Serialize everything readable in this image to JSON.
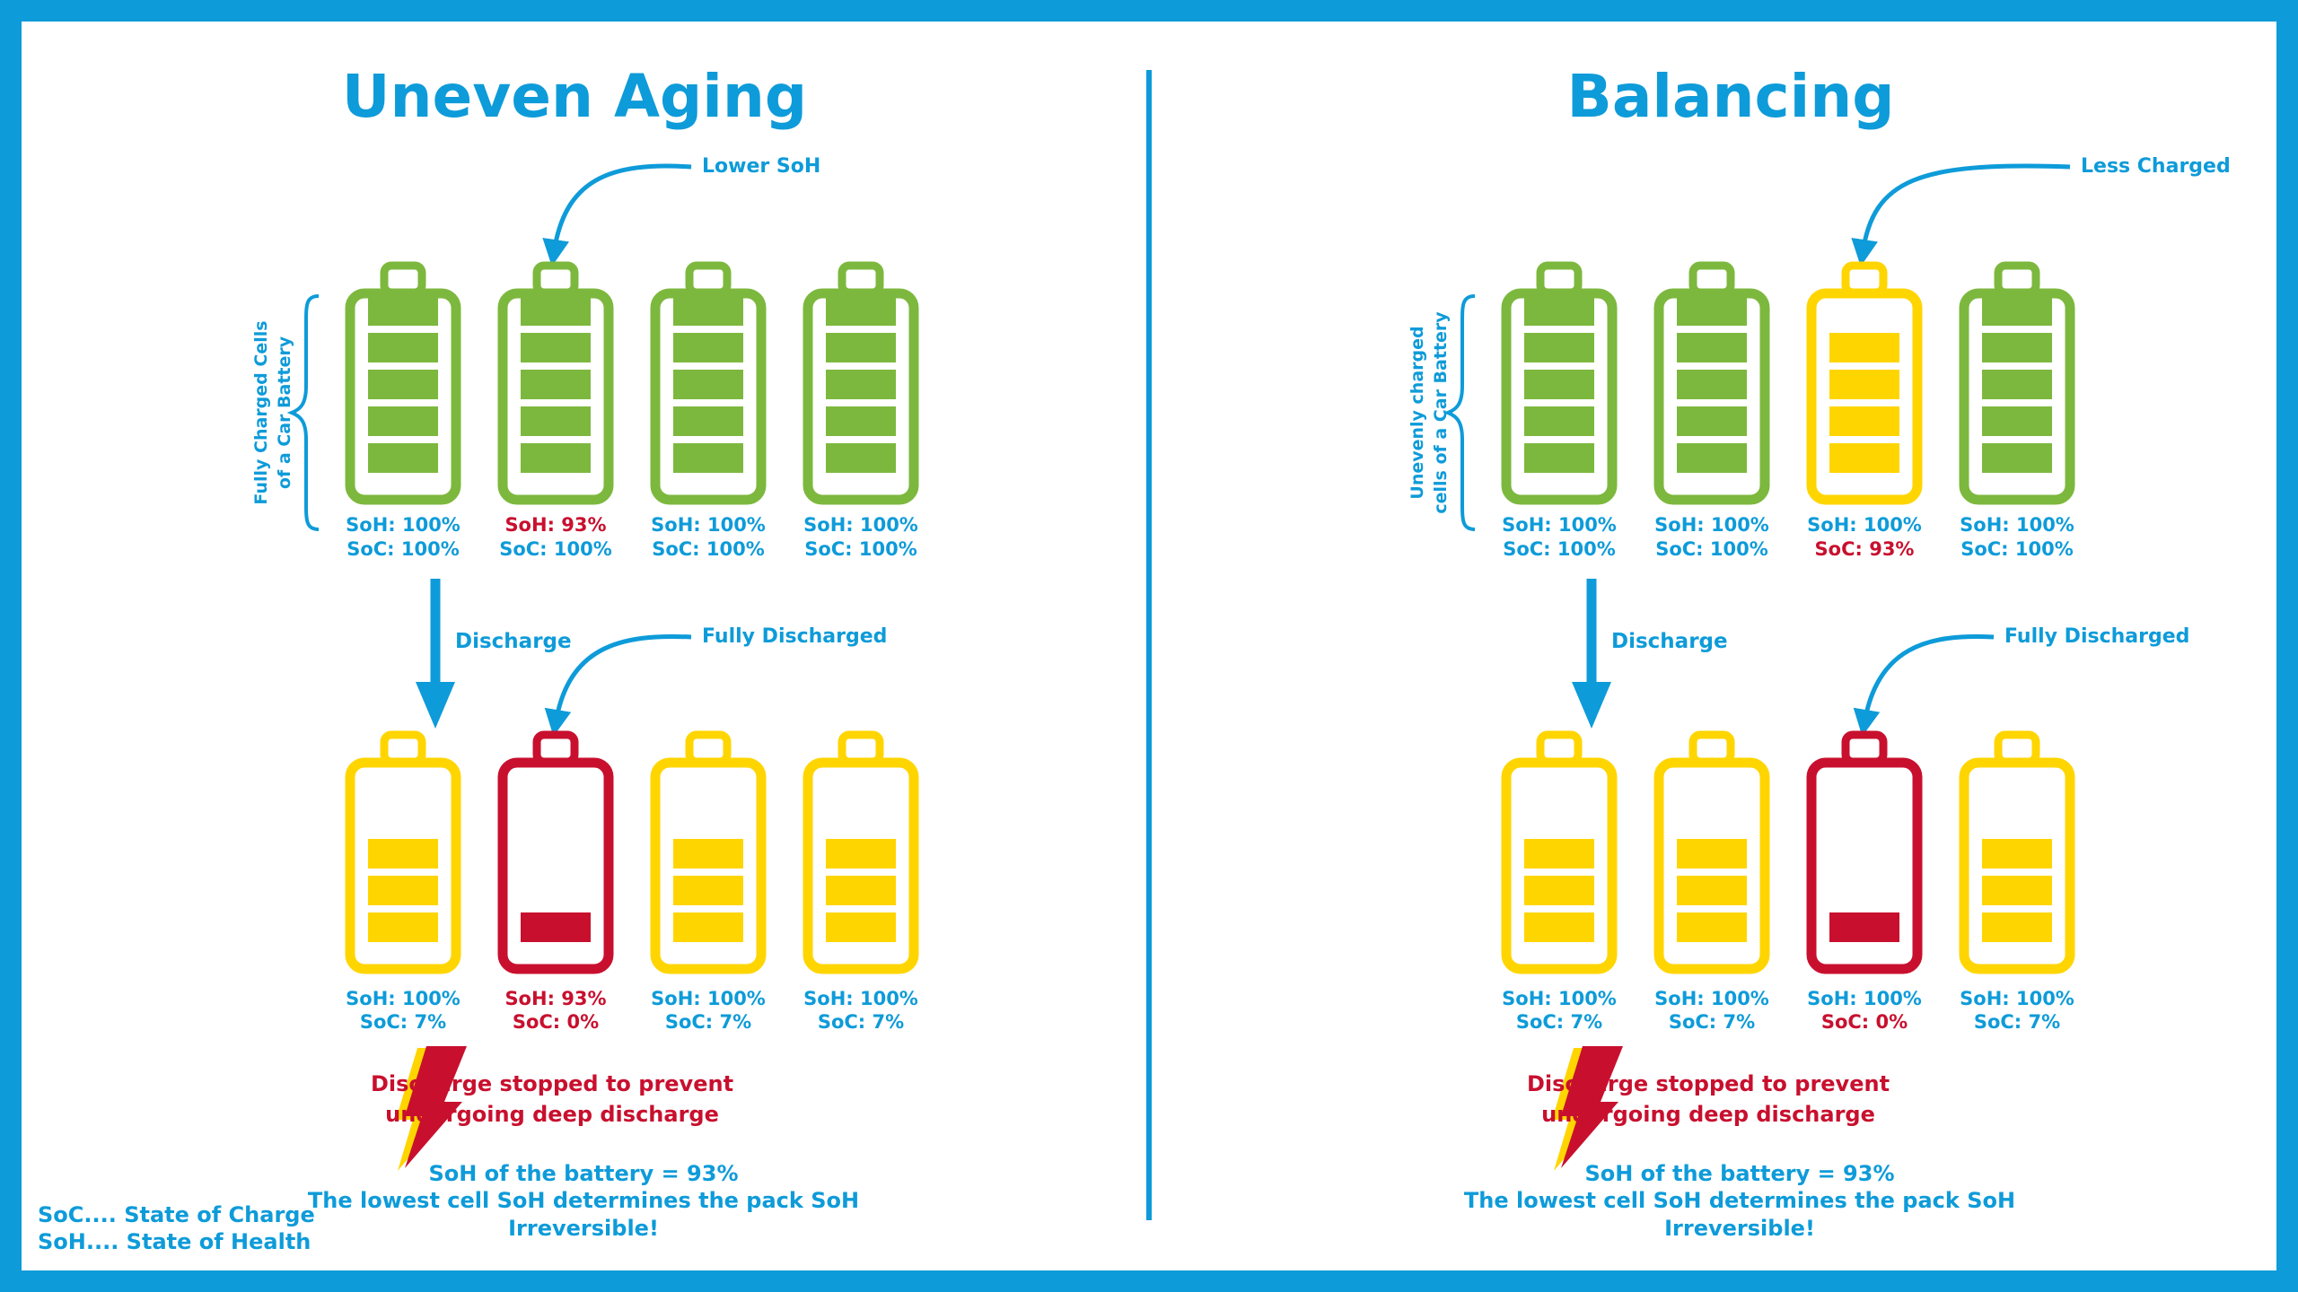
{
  "colors": {
    "frame": "#0E9BD9",
    "blue_text": "#0E9BD9",
    "green": "#7DB83E",
    "yellow": "#FFD500",
    "red": "#C8102E"
  },
  "left": {
    "title": "Uneven Aging",
    "annot_top": "Lower SoH",
    "brace_label_line1": "Fully Charged Cells",
    "brace_label_line2": "of a Car Battery",
    "discharge_label": "Discharge",
    "annot_bottom": "Fully Discharged",
    "top_cells": [
      {
        "color": "green",
        "bars": 5,
        "soh": "SoH: 100%",
        "soc": "SoC: 100%",
        "soh_red": false,
        "soc_red": false
      },
      {
        "color": "green",
        "bars": 5,
        "soh": "SoH: 93%",
        "soc": "SoC: 100%",
        "soh_red": true,
        "soc_red": false
      },
      {
        "color": "green",
        "bars": 5,
        "soh": "SoH: 100%",
        "soc": "SoC: 100%",
        "soh_red": false,
        "soc_red": false
      },
      {
        "color": "green",
        "bars": 5,
        "soh": "SoH: 100%",
        "soc": "SoC: 100%",
        "soh_red": false,
        "soc_red": false
      }
    ],
    "bottom_cells": [
      {
        "color": "yellow",
        "bars": 3,
        "soh": "SoH: 100%",
        "soc": "SoC: 7%",
        "soh_red": false,
        "soc_red": false
      },
      {
        "color": "red",
        "bars": 1,
        "soh": "SoH: 93%",
        "soc": "SoC: 0%",
        "soh_red": true,
        "soc_red": true
      },
      {
        "color": "yellow",
        "bars": 3,
        "soh": "SoH: 100%",
        "soc": "SoC: 7%",
        "soh_red": false,
        "soc_red": false
      },
      {
        "color": "yellow",
        "bars": 3,
        "soh": "SoH: 100%",
        "soc": "SoC: 7%",
        "soh_red": false,
        "soc_red": false
      }
    ],
    "warning_line1": "Discharge stopped to prevent",
    "warning_line2": "undergoing deep discharge",
    "summary_line1": "SoH of the battery = 93%",
    "summary_line2": "The lowest cell SoH determines the pack SoH",
    "summary_line3": "Irreversible!"
  },
  "right": {
    "title": "Balancing",
    "annot_top": "Less Charged",
    "brace_label_line1": "Unevenly charged",
    "brace_label_line2": "cells of a Car Battery",
    "discharge_label": "Discharge",
    "annot_bottom": "Fully Discharged",
    "top_cells": [
      {
        "color": "green",
        "bars": 5,
        "soh": "SoH: 100%",
        "soc": "SoC: 100%",
        "soh_red": false,
        "soc_red": false
      },
      {
        "color": "green",
        "bars": 5,
        "soh": "SoH: 100%",
        "soc": "SoC: 100%",
        "soh_red": false,
        "soc_red": false
      },
      {
        "color": "yellow",
        "bars": 4,
        "soh": "SoH: 100%",
        "soc": "SoC: 93%",
        "soh_red": false,
        "soc_red": true
      },
      {
        "color": "green",
        "bars": 5,
        "soh": "SoH: 100%",
        "soc": "SoC: 100%",
        "soh_red": false,
        "soc_red": false
      }
    ],
    "bottom_cells": [
      {
        "color": "yellow",
        "bars": 3,
        "soh": "SoH: 100%",
        "soc": "SoC: 7%",
        "soh_red": false,
        "soc_red": false
      },
      {
        "color": "yellow",
        "bars": 3,
        "soh": "SoH: 100%",
        "soc": "SoC: 7%",
        "soh_red": false,
        "soc_red": false
      },
      {
        "color": "red",
        "bars": 1,
        "soh": "SoH: 100%",
        "soc": "SoC: 0%",
        "soh_red": false,
        "soc_red": true
      },
      {
        "color": "yellow",
        "bars": 3,
        "soh": "SoH: 100%",
        "soc": "SoC: 7%",
        "soh_red": false,
        "soc_red": false
      }
    ],
    "warning_line1": "Discharge stopped to prevent",
    "warning_line2": "undergoing deep discharge",
    "summary_line1": "SoH of the battery = 93%",
    "summary_line2": "The lowest cell SoH determines the pack SoH",
    "summary_line3": "Irreversible!"
  },
  "legend": {
    "soc": "SoC.... State of Charge",
    "soh": "SoH.... State of Health"
  }
}
